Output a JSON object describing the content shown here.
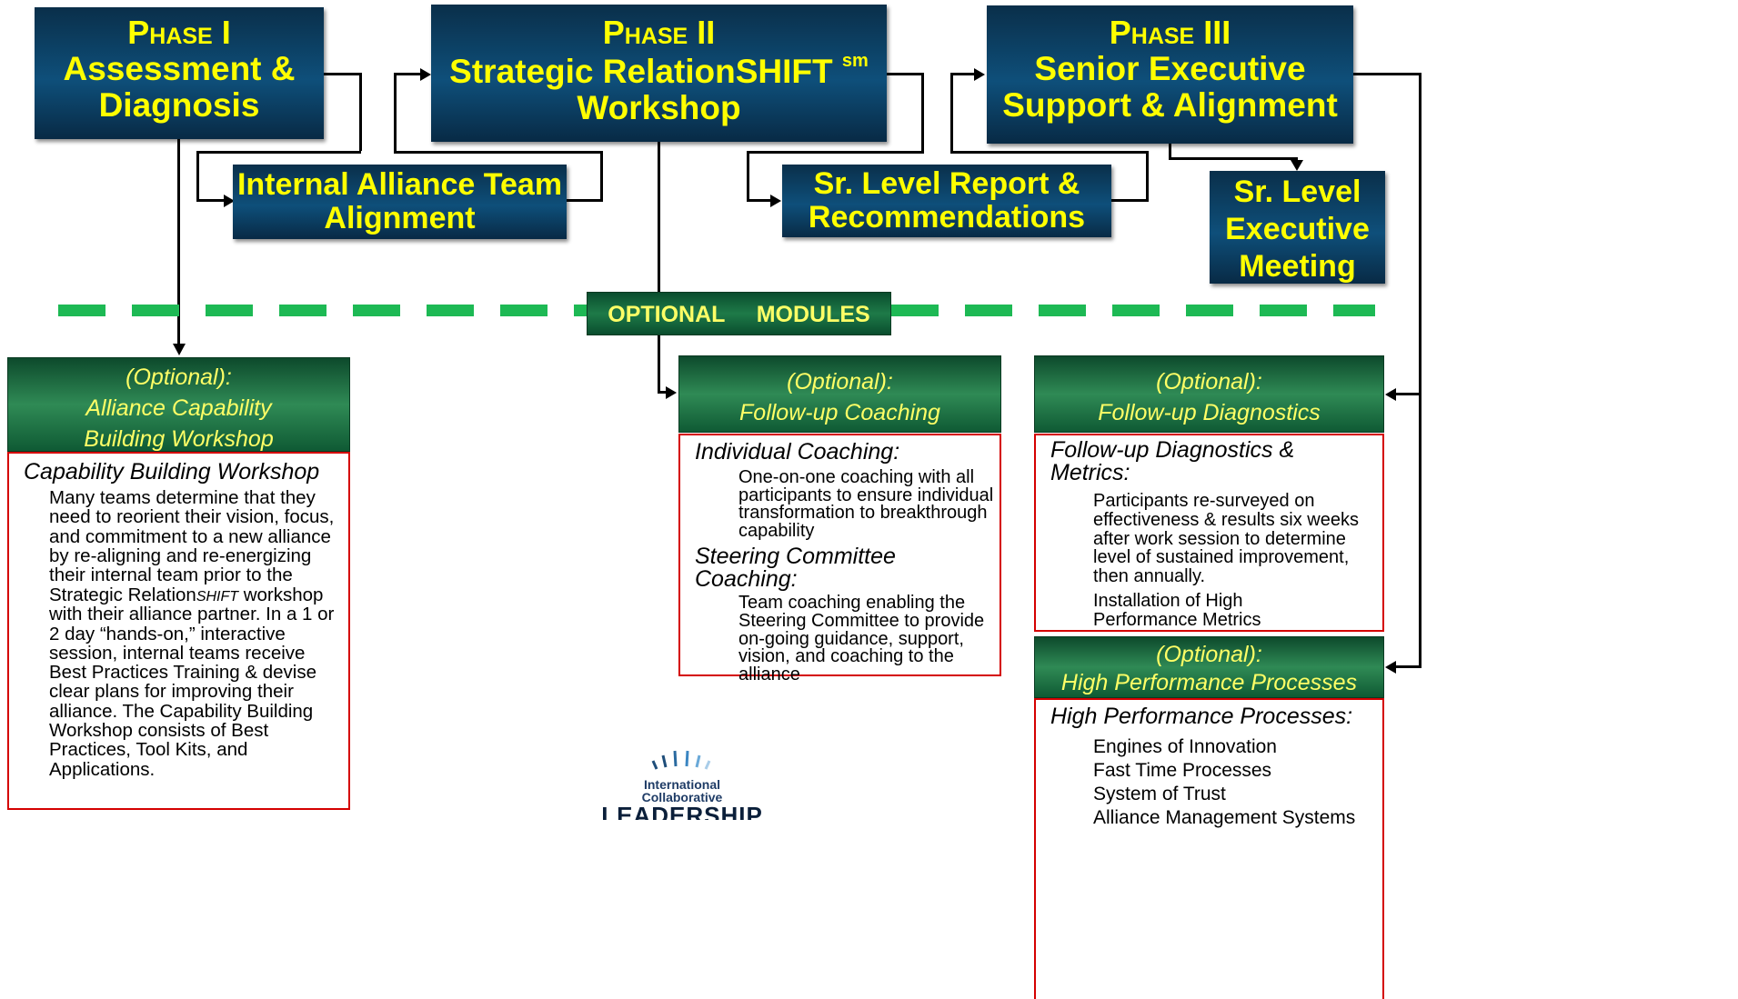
{
  "phases": {
    "p1": {
      "label": "Phase I",
      "title": "Assessment & Diagnosis"
    },
    "p2": {
      "label": "Phase II",
      "title": "Strategic RelationSHIFT",
      "sup": "sm",
      "title2": "Workshop"
    },
    "p3": {
      "label": "Phase III",
      "title": "Senior Executive Support & Alignment"
    }
  },
  "subs": {
    "internal": "Internal Alliance Team Alignment",
    "report": "Sr. Level Report & Recommendations",
    "meeting": "Sr. Level Executive Meeting"
  },
  "divider_label": "OPTIONAL     MODULES",
  "modules": {
    "capability": {
      "head1": "(Optional):",
      "head2": "Alliance Capability Building Workshop",
      "title": "Capability Building Workshop",
      "body_a": "Many teams determine that they need to reorient their vision, focus, and commitment to a new alliance by re-aligning and re-energizing their internal team prior to the Strategic Relation",
      "body_shift": "SHIFT",
      "body_b": " workshop with their alliance partner. In a 1 or 2 day “hands-on,” interactive session, internal teams receive Best Practices Training & devise clear plans for improving their alliance. The Capability Building Workshop consists of Best Practices, Tool Kits,  and Applications."
    },
    "coaching": {
      "head1": "(Optional):",
      "head2": "Follow-up Coaching",
      "title1": "Individual Coaching:",
      "body1": "One-on-one coaching with all participants to ensure individual transformation to breakthrough capability",
      "title2": "Steering Committee Coaching:",
      "body2": "Team coaching enabling the Steering Committee to provide on-going guidance, support, vision, and coaching to the alliance"
    },
    "diagnostics": {
      "head1": "(Optional):",
      "head2": "Follow-up Diagnostics",
      "title": "Follow-up Diagnostics & Metrics:",
      "body1": "Participants re-surveyed on effectiveness & results six weeks after work session to determine level of sustained improvement, then annually.",
      "body2": "Installation of High Performance Metrics"
    },
    "processes": {
      "head1": "(Optional):",
      "head2": "High Performance Processes",
      "title": "High Performance Processes:",
      "items": [
        "Engines of Innovation",
        "Fast Time Processes",
        "System of Trust",
        "Alliance Management Systems"
      ]
    }
  },
  "logo": {
    "line1": "International",
    "line2": "Collaborative",
    "line3": "LEADERSHIP"
  },
  "colors": {
    "phase_text": "#ffff00",
    "dash": "#1db954",
    "module_head": "#2f8a55",
    "detail_border": "#d40000"
  }
}
